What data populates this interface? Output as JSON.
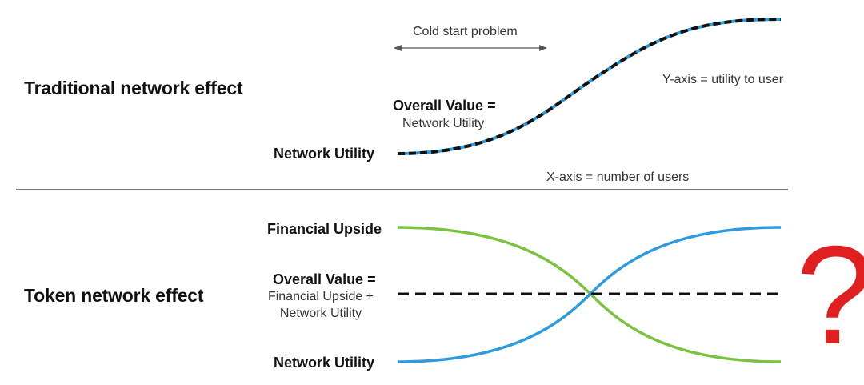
{
  "top": {
    "title": "Traditional network effect",
    "cold_start_label": "Cold start problem",
    "overall_value_label": "Overall Value =",
    "overall_value_formula": "Network Utility",
    "y_axis_note": "Y-axis = utility to user",
    "x_axis_note": "X-axis = number of users",
    "curve_start_label": "Network Utility"
  },
  "bottom": {
    "title": "Token network effect",
    "financial_label": "Financial Upside",
    "overall_value_label": "Overall Value =",
    "overall_value_formula_line1": "Financial Upside +",
    "overall_value_formula_line2": "Network Utility",
    "network_label": "Network Utility",
    "mark": "?"
  },
  "colors": {
    "blue": "#2e9bdc",
    "green": "#7cc241",
    "black": "#111111",
    "divider": "#555555",
    "question": "#e02020"
  }
}
